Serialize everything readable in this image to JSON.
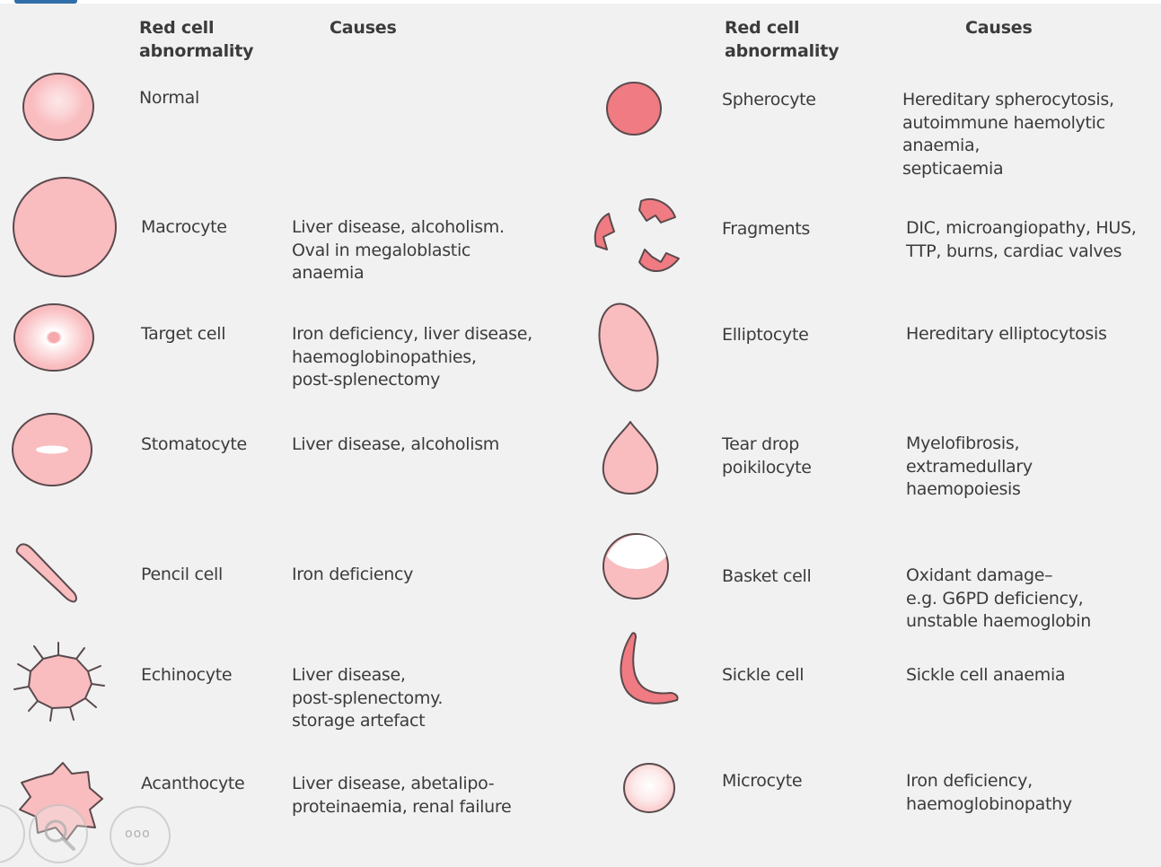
{
  "headers": {
    "left_abnormality": "Red cell\nabnormality",
    "left_causes": "Causes",
    "right_abnormality": "Red cell\nabnormality",
    "right_causes": "Causes"
  },
  "left_rows": [
    {
      "name": "Normal",
      "causes": "",
      "icon": "normal-cell-icon"
    },
    {
      "name": "Macrocyte",
      "causes": "Liver disease, alcoholism.\nOval in megaloblastic\nanaemia",
      "icon": "macrocyte-icon"
    },
    {
      "name": "Target cell",
      "causes": "Iron deficiency, liver disease,\nhaemoglobinopathies,\npost-splenectomy",
      "icon": "target-cell-icon"
    },
    {
      "name": "Stomatocyte",
      "causes": "Liver disease, alcoholism",
      "icon": "stomatocyte-icon"
    },
    {
      "name": "Pencil cell",
      "causes": "Iron deficiency",
      "icon": "pencil-cell-icon"
    },
    {
      "name": "Echinocyte",
      "causes": "Liver disease,\npost-splenectomy.\nstorage artefact",
      "icon": "echinocyte-icon"
    },
    {
      "name": "Acanthocyte",
      "causes": "Liver disease, abetalipo-\nproteinaemia, renal failure",
      "icon": "acanthocyte-icon"
    }
  ],
  "right_rows": [
    {
      "name": "Spherocyte",
      "causes": "Hereditary spherocytosis,\nautoimmune haemolytic\nanaemia,\nsepticaemia",
      "icon": "spherocyte-icon"
    },
    {
      "name": "Fragments",
      "causes": "DIC, microangiopathy, HUS,\nTTP, burns, cardiac valves",
      "icon": "fragments-icon"
    },
    {
      "name": "Elliptocyte",
      "causes": "Hereditary elliptocytosis",
      "icon": "elliptocyte-icon"
    },
    {
      "name": "Tear drop\npoikilocyte",
      "causes": "Myelofibrosis,\nextramedullary\nhaemopoiesis",
      "icon": "teardrop-icon"
    },
    {
      "name": "Basket cell",
      "causes": "Oxidant damage–\ne.g. G6PD deficiency,\nunstable haemoglobin",
      "icon": "basket-cell-icon"
    },
    {
      "name": "Sickle cell",
      "causes": "Sickle cell anaemia",
      "icon": "sickle-cell-icon"
    },
    {
      "name": "Microcyte",
      "causes": "Iron deficiency,\nhaemoglobinopathy",
      "icon": "microcyte-icon"
    }
  ],
  "player_controls": {
    "more_label": "ooo"
  },
  "colors": {
    "cell_fill": "#f9bcbf",
    "cell_fill_dark": "#f07b82",
    "cell_outline": "#5a4a4c",
    "background": "#f1f1f2"
  }
}
